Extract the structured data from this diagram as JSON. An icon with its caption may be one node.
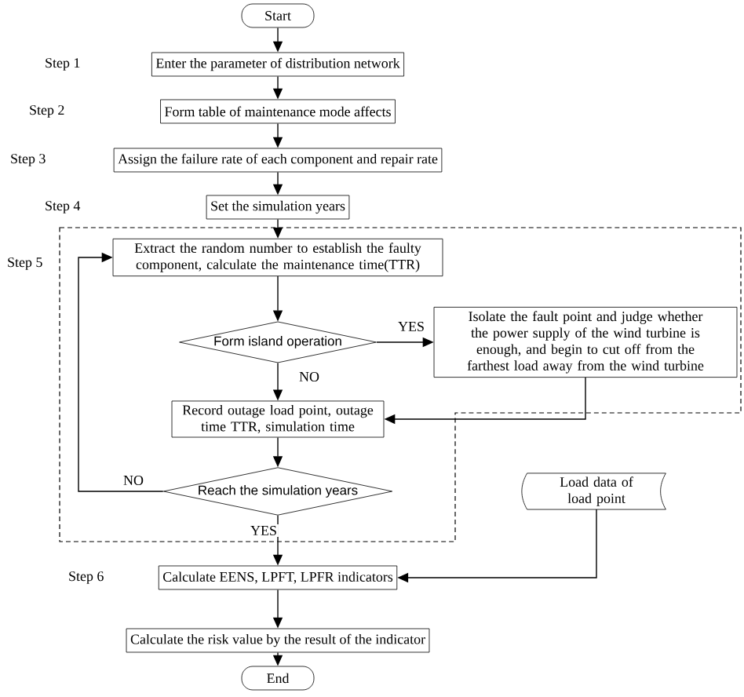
{
  "diagram": {
    "nodes": [
      {
        "text": [
          "Start"
        ]
      },
      {
        "text": [
          "Enter the parameter of distribution network"
        ]
      },
      {
        "text": [
          "Form table of maintenance mode affects"
        ]
      },
      {
        "text": [
          "Assign the failure rate of each component and repair rate"
        ]
      },
      {
        "text": [
          "Set the simulation years"
        ]
      },
      {
        "text": [
          "Extract the random number to establish the faulty component, calculate the maintenance time(TTR)"
        ]
      },
      {
        "text": [
          "Form island operation"
        ]
      },
      {
        "text": [
          "Isolate the fault point and judge whether the power supply of the wind turbine is enough, and begin to cut off from the farthest load away from the wind turbine"
        ]
      },
      {
        "text": [
          "Record outage load point, outage time TTR, simulation time"
        ]
      },
      {
        "text": [
          "Reach the simulation years"
        ]
      },
      {
        "text": [
          "Load data of load point"
        ]
      },
      {
        "text": [
          "Calculate EENS, LPFT, LPFR indicators"
        ]
      },
      {
        "text": [
          "Calculate the risk value by the result of the indicator"
        ]
      },
      {
        "text": [
          "End"
        ]
      }
    ],
    "edges": [
      {
        "from": 0,
        "to": 1,
        "arrow": "to"
      },
      {
        "from": 1,
        "to": 2,
        "arrow": "to"
      },
      {
        "from": 2,
        "to": 3,
        "arrow": "to"
      },
      {
        "from": 3,
        "to": 4,
        "arrow": "to"
      },
      {
        "from": 4,
        "to": 5,
        "arrow": "to"
      },
      {
        "from": 5,
        "to": 6,
        "arrow": "to"
      },
      {
        "from": 6,
        "to": 7,
        "arrow": "to",
        "label": "YES"
      },
      {
        "from": 6,
        "to": 8,
        "arrow": "to",
        "label": "NO"
      },
      {
        "from": 7,
        "to": 8,
        "arrow": "to"
      },
      {
        "from": 8,
        "to": 9,
        "arrow": "to"
      },
      {
        "from": 9,
        "to": 5,
        "arrow": "to",
        "label": "NO"
      },
      {
        "from": 9,
        "to": 11,
        "arrow": "to",
        "label": "YES"
      },
      {
        "from": 10,
        "to": 11,
        "arrow": "to"
      },
      {
        "from": 11,
        "to": 12,
        "arrow": "to"
      },
      {
        "from": 12,
        "to": 13,
        "arrow": "to"
      }
    ],
    "labels": [
      "Step 1",
      "Step 2",
      "Step 3",
      "Step 4",
      "Step 5",
      "Step 6"
    ]
  }
}
